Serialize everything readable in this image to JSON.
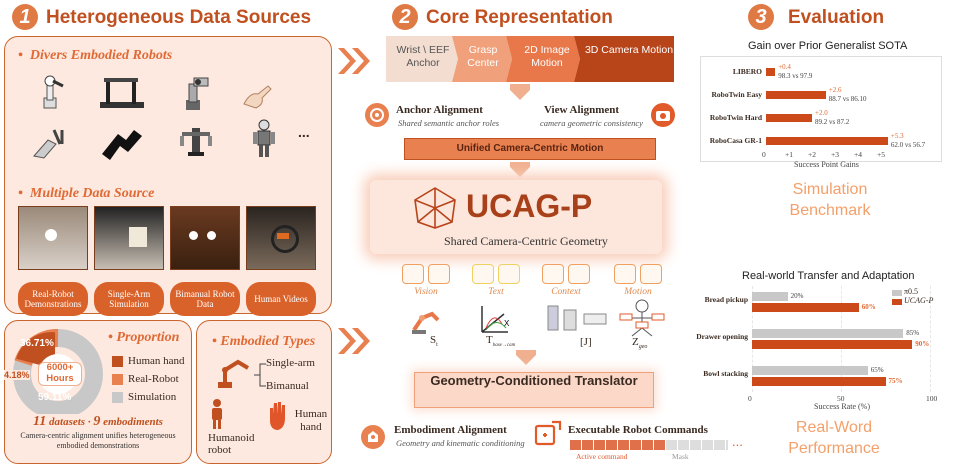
{
  "sections": {
    "s1": {
      "num": "1",
      "title": "Heterogeneous Data Sources"
    },
    "s2": {
      "num": "2",
      "title": "Core Representation"
    },
    "s3": {
      "num": "3",
      "title": "Evaluation"
    }
  },
  "left": {
    "robots_heading": "Divers Embodied Robots",
    "ellipsis": "...",
    "sources_heading": "Multiple Data Source",
    "sources": [
      "Real-Robot Demonstrations",
      "Single-Arm Simulation",
      "Bimanual Robot Data",
      "Human Videos"
    ],
    "proportion_heading": "Proportion",
    "pie": {
      "center_line1": "6000+",
      "center_line2": "Hours",
      "pct_human": "36.71%",
      "pct_real": "4.18%",
      "pct_sim": "59.11%"
    },
    "legend": [
      "Human hand",
      "Real-Robot",
      "Simulation"
    ],
    "datasets_num": "11",
    "datasets_word": "datasets",
    "bullet": "·",
    "embodiments_num": "9",
    "embodiments_word": "embodiments",
    "caption": "Camera-centric alignment unifies heterogeneous embodied demonstrations",
    "types_heading": "Embodied Types",
    "types": {
      "single": "Single-arm",
      "bimanual": "Bimanual",
      "humanoid": "Humanoid robot",
      "human_hand": "Human hand"
    }
  },
  "core": {
    "tiles": [
      "Wrist \\ EEF Anchor",
      "Grasp Center",
      "2D Image Motion",
      "3D Camera Motion"
    ],
    "anchor_title": "Anchor Alignment",
    "anchor_sub": "Shared semantic anchor roles",
    "view_title": "View Alignment",
    "view_sub": "camera geometric consistency",
    "unified": "Unified Camera-Centric Motion",
    "model": "UCAG-P",
    "model_sub": "Shared Camera-Centric Geometry",
    "modalities": [
      "Vision",
      "Text",
      "Context",
      "Motion"
    ],
    "symbols": {
      "s": "S",
      "s_sub": "t",
      "t": "T",
      "t_sub": "base→cam",
      "j": "[J]",
      "z": "Z",
      "z_sub": "geo"
    },
    "translator": "Geometry-Conditioned Translator",
    "emb_title": "Embodiment Alignment",
    "emb_sub": "Geometry and kinematic conditioning",
    "exec_title": "Executable Robot Commands",
    "active": "Active command",
    "mask": "Mask",
    "cmd_ellipsis": "..."
  },
  "eval": {
    "chart1_title": "Gain over Prior Generalist SOTA",
    "chart1_xlabel": "Success Point Gains",
    "sim_label_1": "Simulation",
    "sim_label_2": "Benchmark",
    "chart2_title": "Real-world Transfer and Adaptation",
    "chart2_xlabel": "Success Rate (%)",
    "real_label_1": "Real-Word",
    "real_label_2": "Performance"
  },
  "chart_data": [
    {
      "type": "bar",
      "title": "Gain over Prior Generalist SOTA",
      "xlabel": "Success Point Gains",
      "categories": [
        "LIBERO",
        "RoboTwin Easy",
        "RoboTwin Hard",
        "RoboCasa GR-1"
      ],
      "values": [
        0.4,
        2.6,
        2.0,
        5.3
      ],
      "value_labels": [
        "+0.4",
        "+2.6",
        "+2.0",
        "+5.3"
      ],
      "comparisons": [
        "98.3 vs 97.9",
        "88.7 vs 86.10",
        "89.2 vs 87.2",
        "62.0 vs 56.7"
      ],
      "xlim": [
        0,
        5.5
      ],
      "xticks": [
        "0",
        "+1",
        "+2",
        "+3",
        "+4",
        "+5"
      ],
      "color": "#cc4a1a"
    },
    {
      "type": "bar",
      "title": "Real-world Transfer and Adaptation",
      "xlabel": "Success Rate (%)",
      "categories": [
        "Bread pickup",
        "Drawer opening",
        "Bowl stacking"
      ],
      "series": [
        {
          "name": "π0.5",
          "values": [
            20,
            85,
            65
          ],
          "labels": [
            "20%",
            "85%",
            "65%"
          ],
          "color": "#c8c8c8"
        },
        {
          "name": "UCAG-P",
          "values": [
            60,
            90,
            75
          ],
          "labels": [
            "60%",
            "90%",
            "75%"
          ],
          "color": "#cc4a1a"
        }
      ],
      "xlim": [
        0,
        100
      ],
      "xticks": [
        "0",
        "50",
        "100"
      ]
    }
  ]
}
